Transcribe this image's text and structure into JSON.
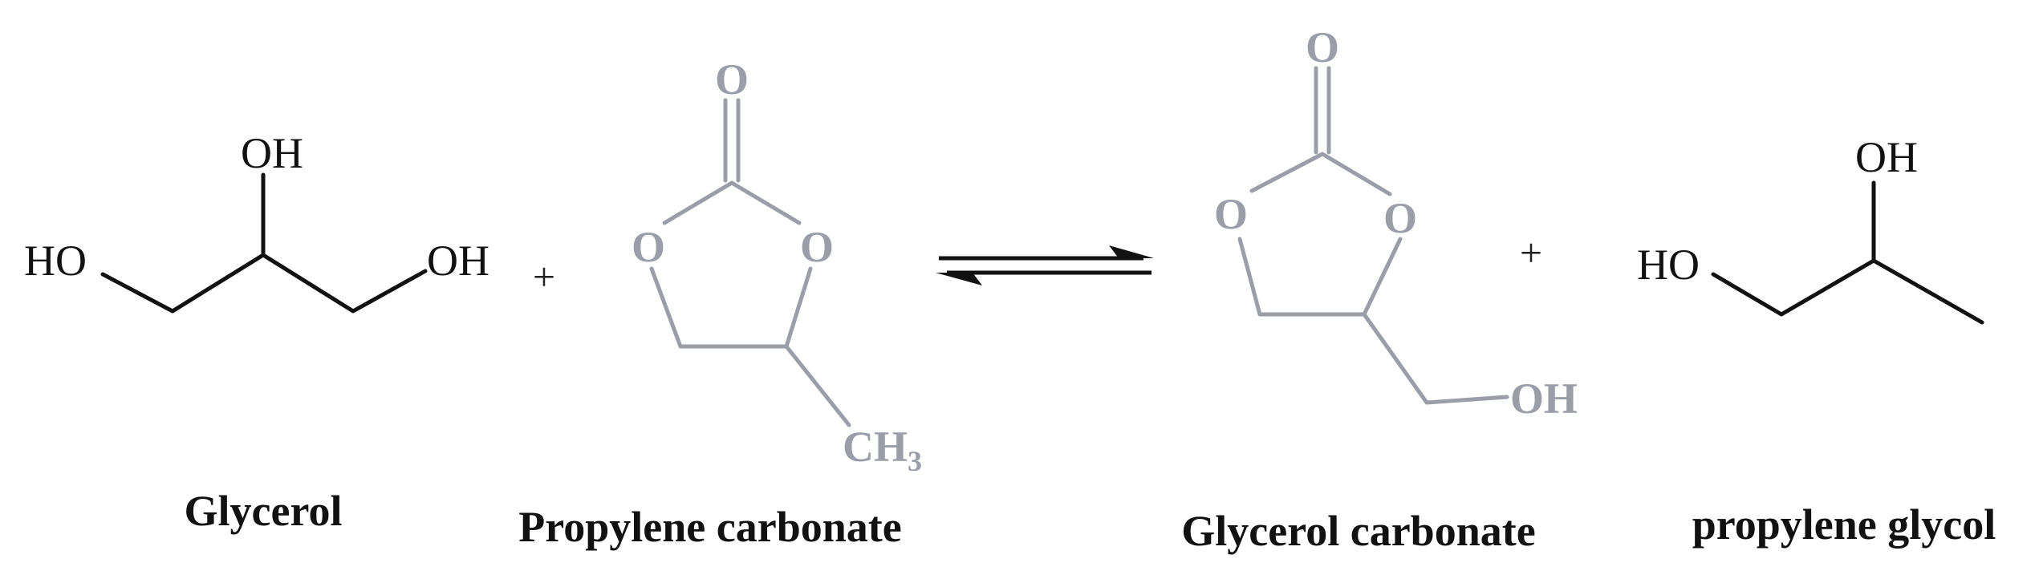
{
  "reaction": {
    "glycerol": {
      "atoms": {
        "ho_left": "HO",
        "oh_top": "OH",
        "oh_right": "OH"
      },
      "name": "Glycerol"
    },
    "plus_1": "+",
    "propylene_carbonate": {
      "atoms": {
        "o_carbonyl": "O",
        "o_ring_left": "O",
        "o_ring_right": "O",
        "methyl": "CH",
        "methyl_sub": "3"
      },
      "name": "Propylene carbonate"
    },
    "glycerol_carbonate": {
      "atoms": {
        "o_carbonyl": "O",
        "o_ring_left": "O",
        "o_ring_right": "O",
        "oh": "OH"
      },
      "name": "Glycerol carbonate"
    },
    "plus_2": "+",
    "propylene_glycol": {
      "atoms": {
        "ho_left": "HO",
        "oh_top": "OH"
      },
      "name": "propylene glycol"
    }
  },
  "colors": {
    "reactant_ink": "#111111",
    "carbonate_ink": "#9a9ea8",
    "background": "#ffffff"
  }
}
